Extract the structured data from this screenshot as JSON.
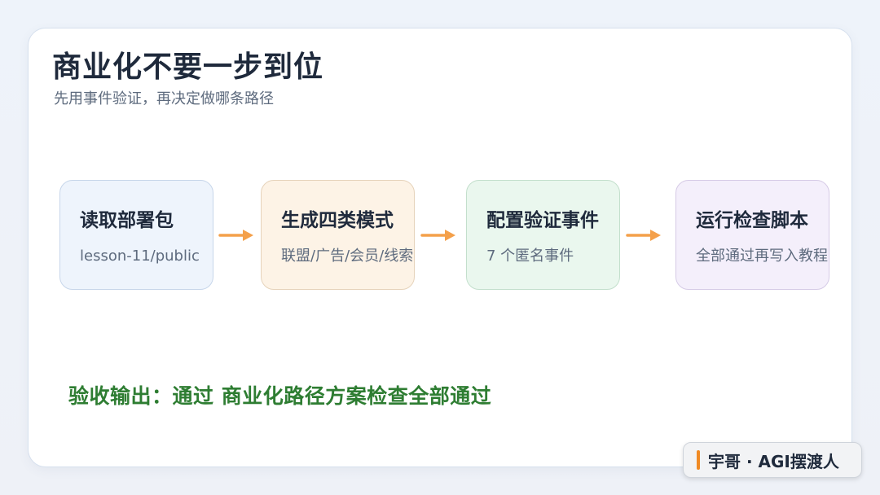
{
  "header": {
    "title": "商业化不要一步到位",
    "subtitle": "先用事件验证，再决定做哪条路径"
  },
  "steps": [
    {
      "title": "读取部署包",
      "desc": "lesson-11/public",
      "bg": "#eef4fc",
      "border": "#c7d6ea"
    },
    {
      "title": "生成四类模式",
      "desc": "联盟/广告/会员/线索",
      "bg": "#fdf3e6",
      "border": "#e6d3bb"
    },
    {
      "title": "配置验证事件",
      "desc": "7 个匿名事件",
      "bg": "#eaf7ee",
      "border": "#c3dfcc"
    },
    {
      "title": "运行检查脚本",
      "desc": "全部通过再写入教程",
      "bg": "#f4effb",
      "border": "#d6cbe6"
    }
  ],
  "arrows": {
    "color": "#f4a04a",
    "icon": "arrow-right-icon"
  },
  "result": {
    "text": "验收输出：通过 商业化路径方案检查全部通过",
    "color": "#2e7d32"
  },
  "badge": {
    "text": "宇哥 · AGI摆渡人",
    "accent": "#f08a24"
  }
}
